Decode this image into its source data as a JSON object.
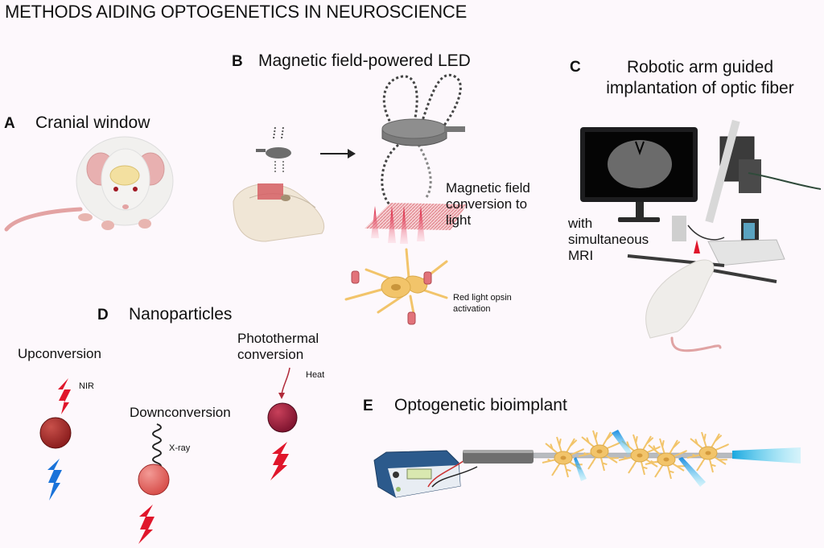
{
  "title": "METHODS AIDING OPTOGENETICS IN NEUROSCIENCE",
  "panels": {
    "a": {
      "letter": "A",
      "title": "Cranial window"
    },
    "b": {
      "letter": "B",
      "title": "Magnetic field-powered LED",
      "conversion_label_1": "Magnetic field",
      "conversion_label_2": "conversion to",
      "conversion_label_3": "light",
      "opsin_label_1": "Red light opsin",
      "opsin_label_2": "activation"
    },
    "c": {
      "letter": "C",
      "title_1": "Robotic arm guided",
      "title_2": "implantation of optic fiber",
      "mri_label_1": "with",
      "mri_label_2": "simultaneous",
      "mri_label_3": "MRI"
    },
    "d": {
      "letter": "D",
      "title": "Nanoparticles",
      "upconversion": {
        "label": "Upconversion",
        "input": "NIR"
      },
      "downconversion": {
        "label": "Downconversion",
        "input": "X-ray"
      },
      "photothermal": {
        "label_1": "Photothermal",
        "label_2": "conversion",
        "output": "Heat"
      }
    },
    "e": {
      "letter": "E",
      "title": "Optogenetic bioimplant"
    }
  },
  "colors": {
    "background": "#fdf8fc",
    "red_light": "#e0162b",
    "blue_light": "#1a73d9",
    "neuron": "#f2c46a",
    "neuron_outline": "#d9a94a",
    "cyan_light": "#3cd0ef",
    "device_blue": "#2c5a8c",
    "mouse_body": "#f1f0ee",
    "mouse_pink": "#e3a3a3"
  }
}
